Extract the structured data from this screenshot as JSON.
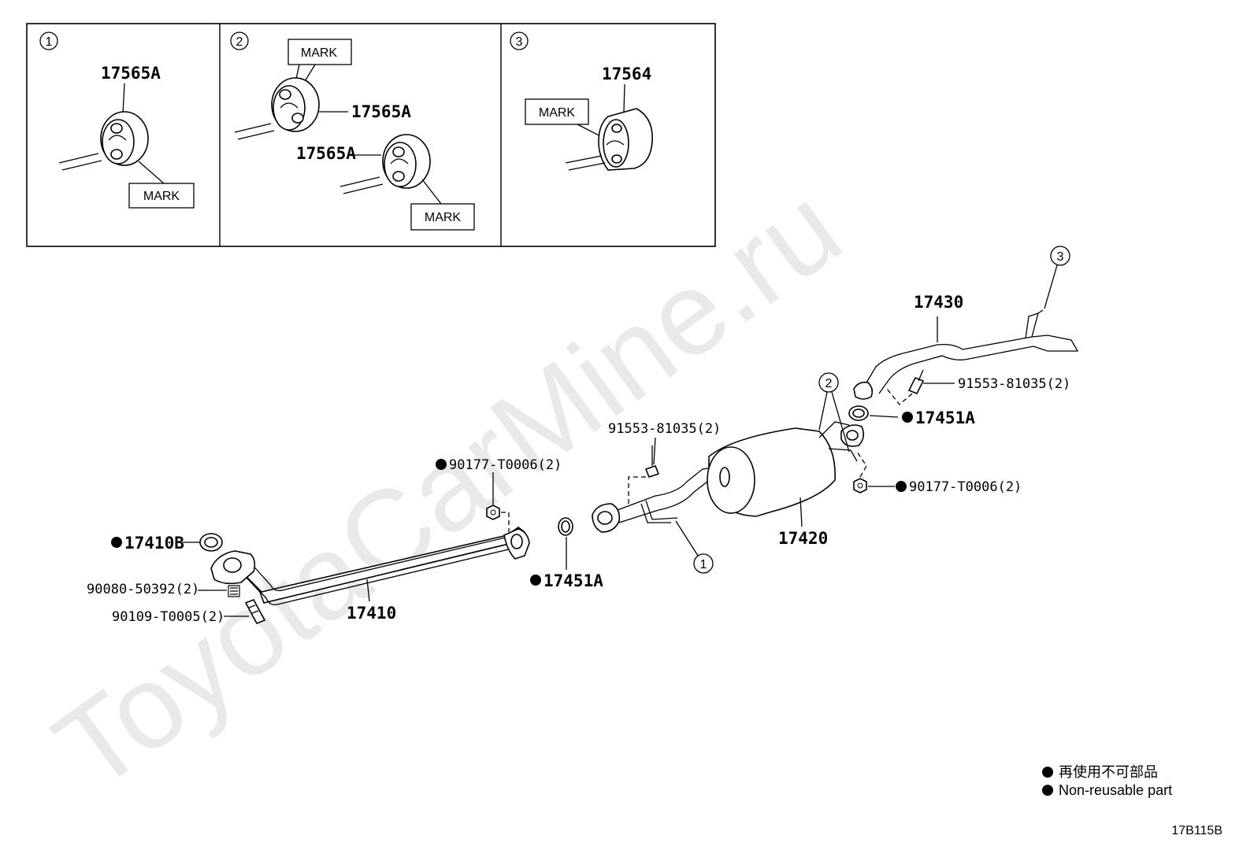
{
  "watermark": "ToyotaCarMine.ru",
  "detail_panels": [
    {
      "num": "1",
      "part": "17565A",
      "mark": "MARK"
    },
    {
      "num": "2",
      "part_upper": "17565A",
      "part_lower": "17565A",
      "mark_upper": "MARK",
      "mark_lower": "MARK"
    },
    {
      "num": "3",
      "part": "17564",
      "mark": "MARK"
    }
  ],
  "callouts": {
    "c1": "1",
    "c2": "2",
    "c3": "3"
  },
  "labels": {
    "p17430": "17430",
    "p91553_a": "91553-81035(2)",
    "p17451A_a": "17451A",
    "p91553_b": "91553-81035(2)",
    "p90177_a": "90177-T0006(2)",
    "p90177_b": "90177-T0006(2)",
    "p17420": "17420",
    "p17410B": "17410B",
    "p17451A_b": "17451A",
    "p90080": "90080-50392(2)",
    "p90109": "90109-T0005(2)",
    "p17410": "17410"
  },
  "legend": {
    "line1": "再使用不可部品",
    "line2": "Non-reusable part"
  },
  "diagram_code": "17B115B"
}
